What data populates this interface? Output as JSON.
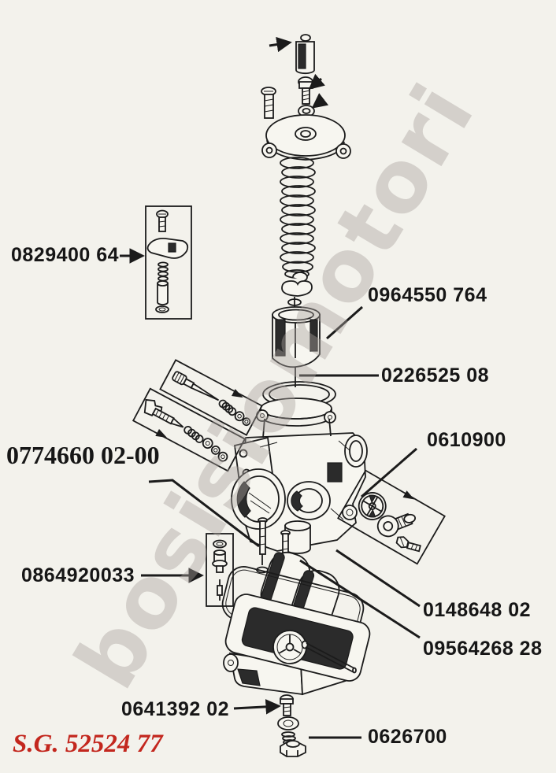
{
  "page": {
    "background": "#f3f2ec",
    "ink": "#1b1b1b"
  },
  "watermark": {
    "text": "bosisiomotori",
    "color": "#aaa39e"
  },
  "catalog_code": {
    "text": "S.G. 52524 77",
    "color": "#c3271e"
  },
  "part_labels": {
    "starter_lever_kit": {
      "text": "0829400 64"
    },
    "throttle_valve": {
      "text": "0964550 764"
    },
    "jet_needle": {
      "text": "0226525 08"
    },
    "fuel_inlet_kit": {
      "text": "0610900"
    },
    "body_assembly": {
      "text": "0774660 02-00"
    },
    "float_needle_valve": {
      "text": "0864920033"
    },
    "main_jet": {
      "text": "0148648 02"
    },
    "float_set": {
      "text": "09564268 28"
    },
    "drain_screw": {
      "text": "0641392 02"
    },
    "adjuster_nut": {
      "text": "0626700"
    }
  }
}
